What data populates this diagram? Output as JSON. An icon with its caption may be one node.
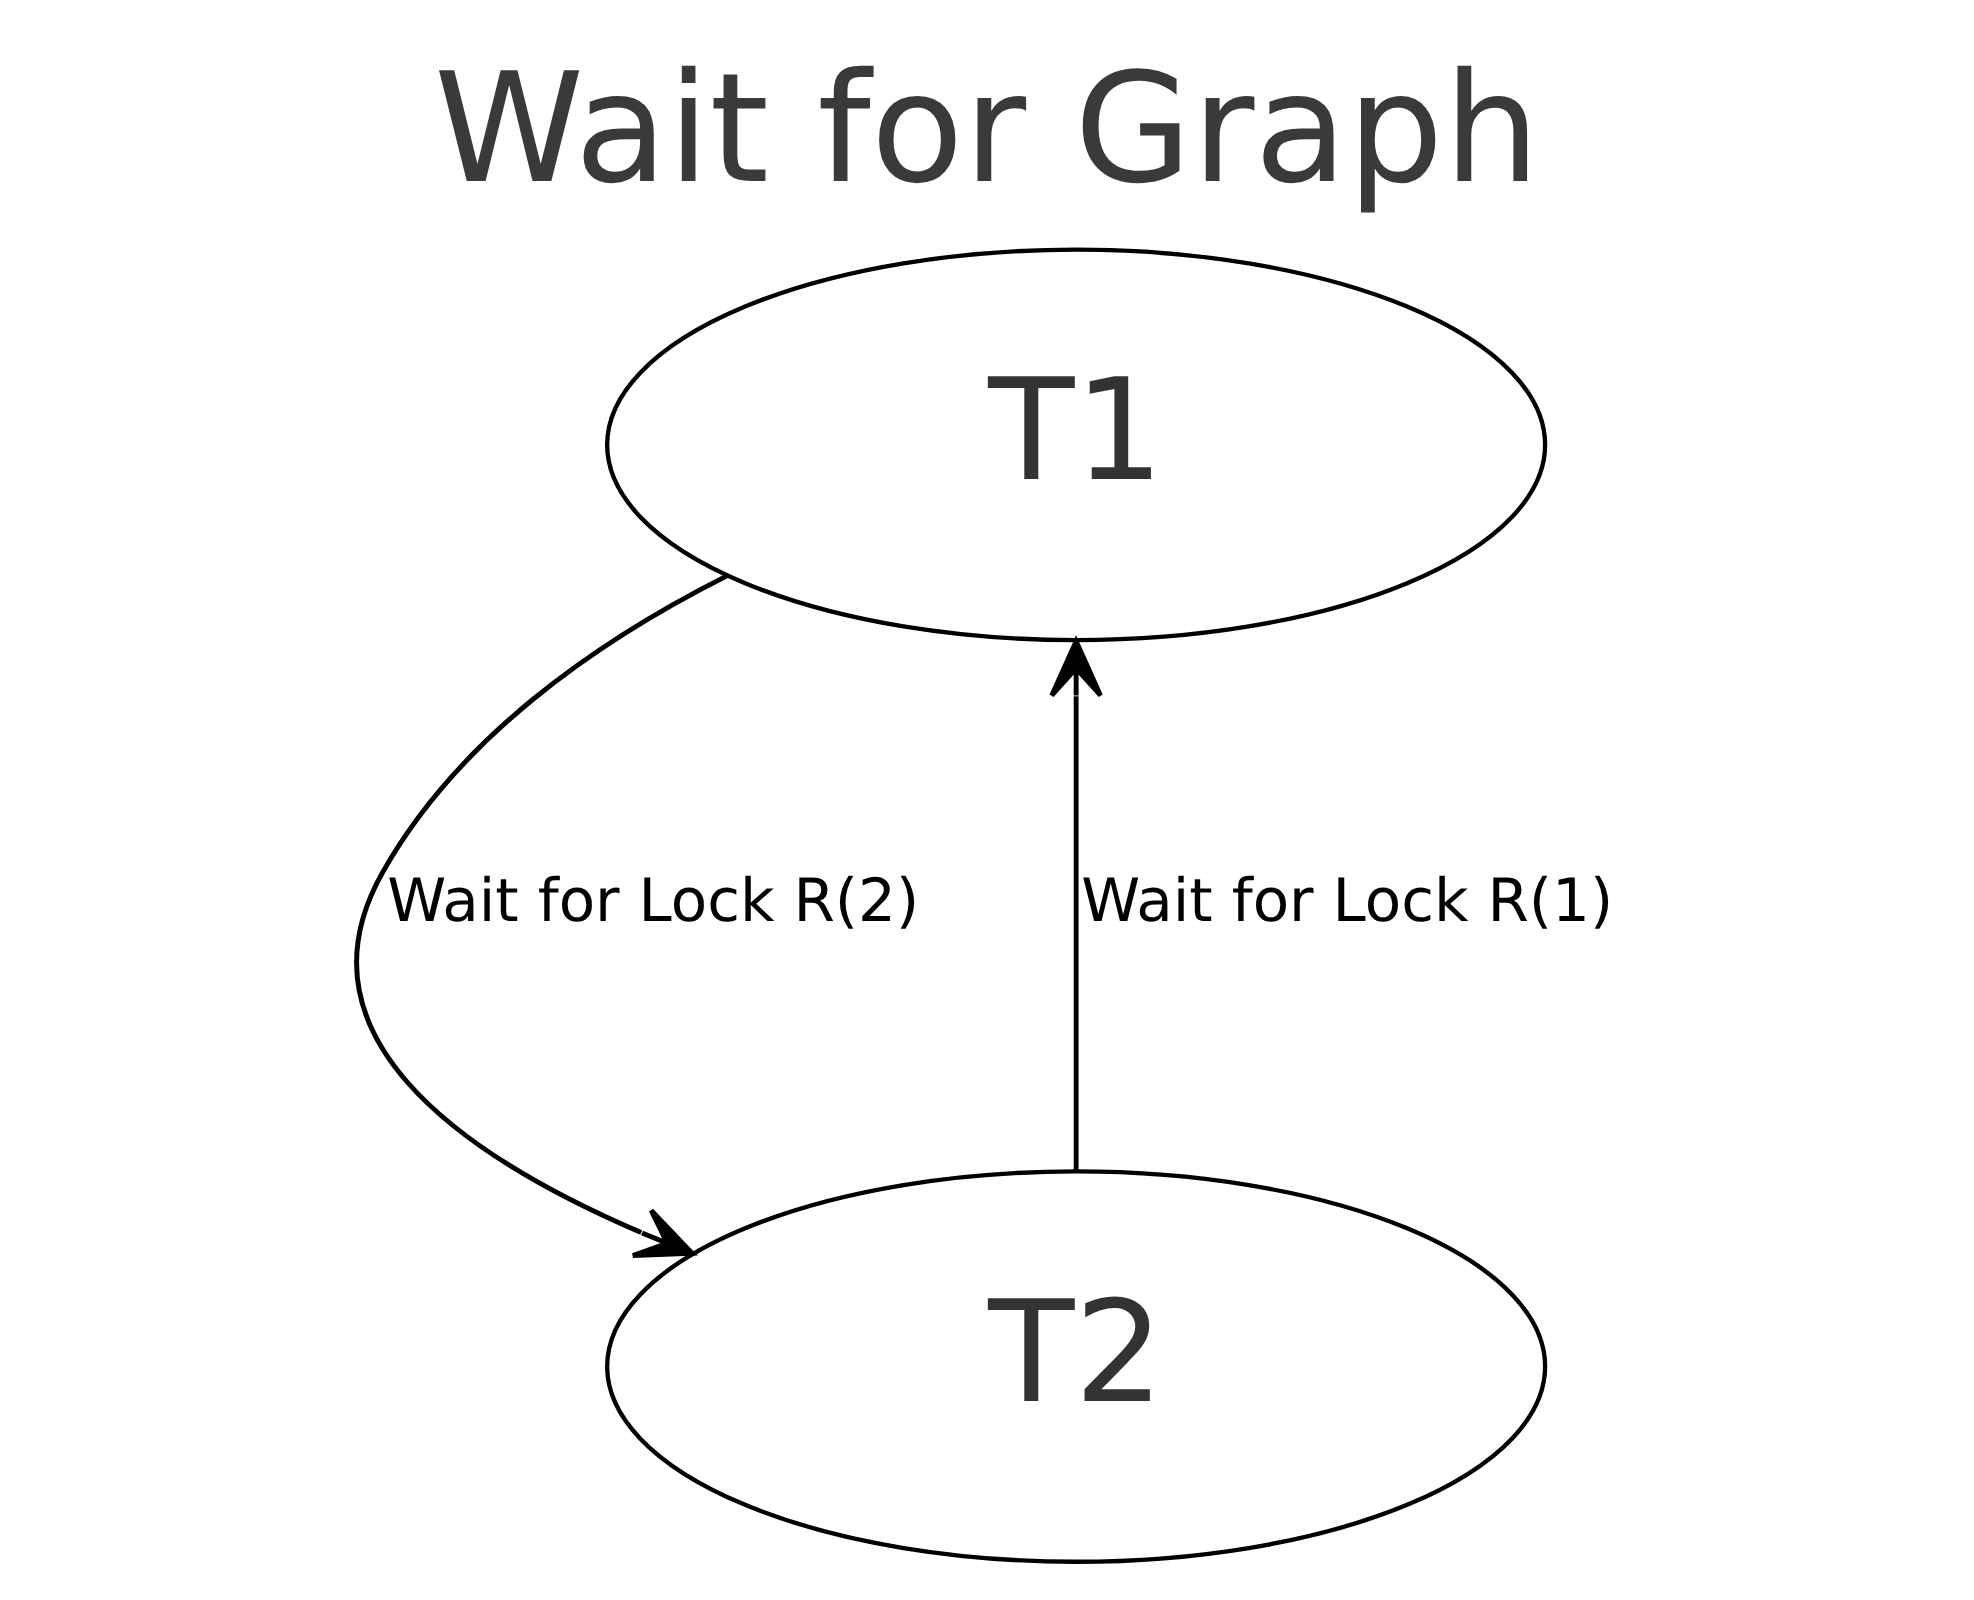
{
  "diagram": {
    "title": "Wait for Graph",
    "nodes": [
      {
        "text": [
          "T1"
        ]
      },
      {
        "text": [
          "T2"
        ]
      }
    ],
    "edges": [
      {
        "from": 0,
        "to": 1,
        "arrow": "to",
        "label": "Wait for Lock R(2)"
      },
      {
        "from": 1,
        "to": 0,
        "arrow": "to",
        "label": "Wait for Lock R(1)"
      }
    ]
  }
}
